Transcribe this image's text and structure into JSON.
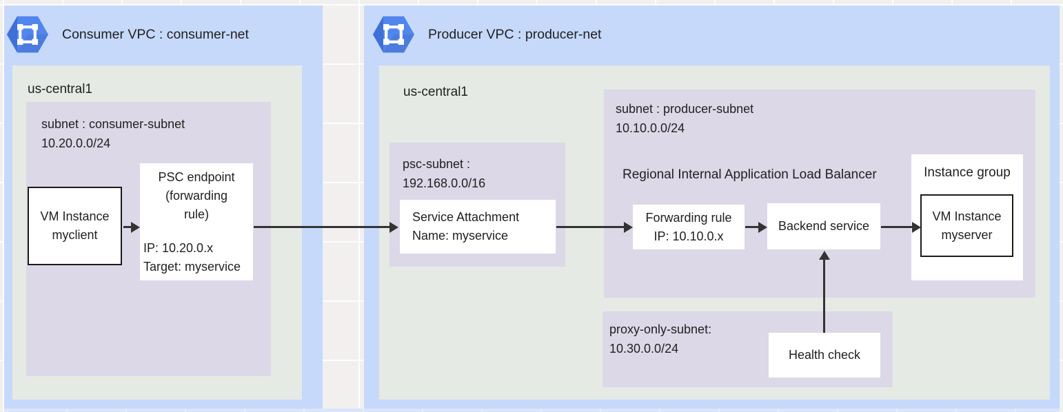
{
  "colors": {
    "vpc_fill": "#c6d9fb",
    "region_fill": "#e5eae5",
    "subnet_fill": "#dcd8e8",
    "node_fill": "#ffffff",
    "arrow": "#333333",
    "vpc_icon_blue": "#5286ee",
    "vpc_icon_blue_dark": "#3e70d8",
    "text": "#1f1f1f"
  },
  "consumer_vpc": {
    "icon": "vpc-network-icon",
    "title": "Consumer VPC : consumer-net",
    "region_label": "us-central1",
    "subnet": {
      "label_line1": "subnet : consumer-subnet",
      "label_line2": "10.20.0.0/24"
    },
    "vm_instance": {
      "line1": "VM Instance",
      "line2": "myclient"
    },
    "psc_endpoint": {
      "title_line1": "PSC endpoint",
      "title_line2": "(forwarding",
      "title_line3": "rule)",
      "ip": "IP: 10.20.0.x",
      "target": "Target: myservice"
    }
  },
  "producer_vpc": {
    "icon": "vpc-network-icon",
    "title": "Producer VPC : producer-net",
    "region_label": "us-central1",
    "psc_subnet": {
      "label_line1": "psc-subnet :",
      "label_line2": "192.168.0.0/16",
      "service_attachment": {
        "line1": "Service Attachment",
        "line2": "Name: myservice"
      }
    },
    "producer_subnet": {
      "label_line1": "subnet : producer-subnet",
      "label_line2": "10.10.0.0/24",
      "lb_label": "Regional Internal Application Load Balancer",
      "forwarding_rule": {
        "line1": "Forwarding rule",
        "line2": "IP: 10.10.0.x"
      },
      "backend_service": "Backend service",
      "instance_group": {
        "label": "Instance group",
        "vm_instance": {
          "line1": "VM Instance",
          "line2": "myserver"
        }
      }
    },
    "proxy_subnet": {
      "label_line1": "proxy-only-subnet:",
      "label_line2": "10.30.0.0/24",
      "health_check": "Health check"
    }
  }
}
